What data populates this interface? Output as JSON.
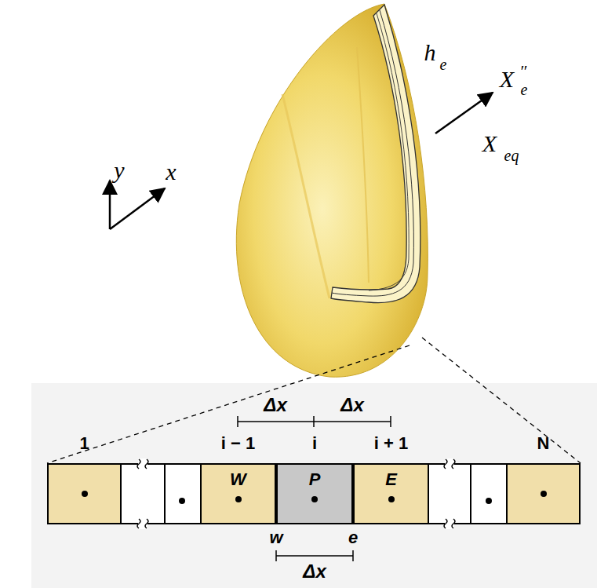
{
  "diagram": {
    "nodes": [
      {
        "text": [
          "1"
        ]
      },
      {
        "text": [
          "i − 1",
          "W"
        ]
      },
      {
        "text": [
          "i",
          "P"
        ]
      },
      {
        "text": [
          "i + 1",
          "E"
        ]
      },
      {
        "text": [
          "N"
        ]
      }
    ],
    "labels": [
      "y",
      "x",
      "h",
      "e",
      "X",
      "″",
      "e",
      "X",
      "eq",
      "Δx",
      "Δx",
      "w",
      "e",
      "Δx"
    ]
  }
}
